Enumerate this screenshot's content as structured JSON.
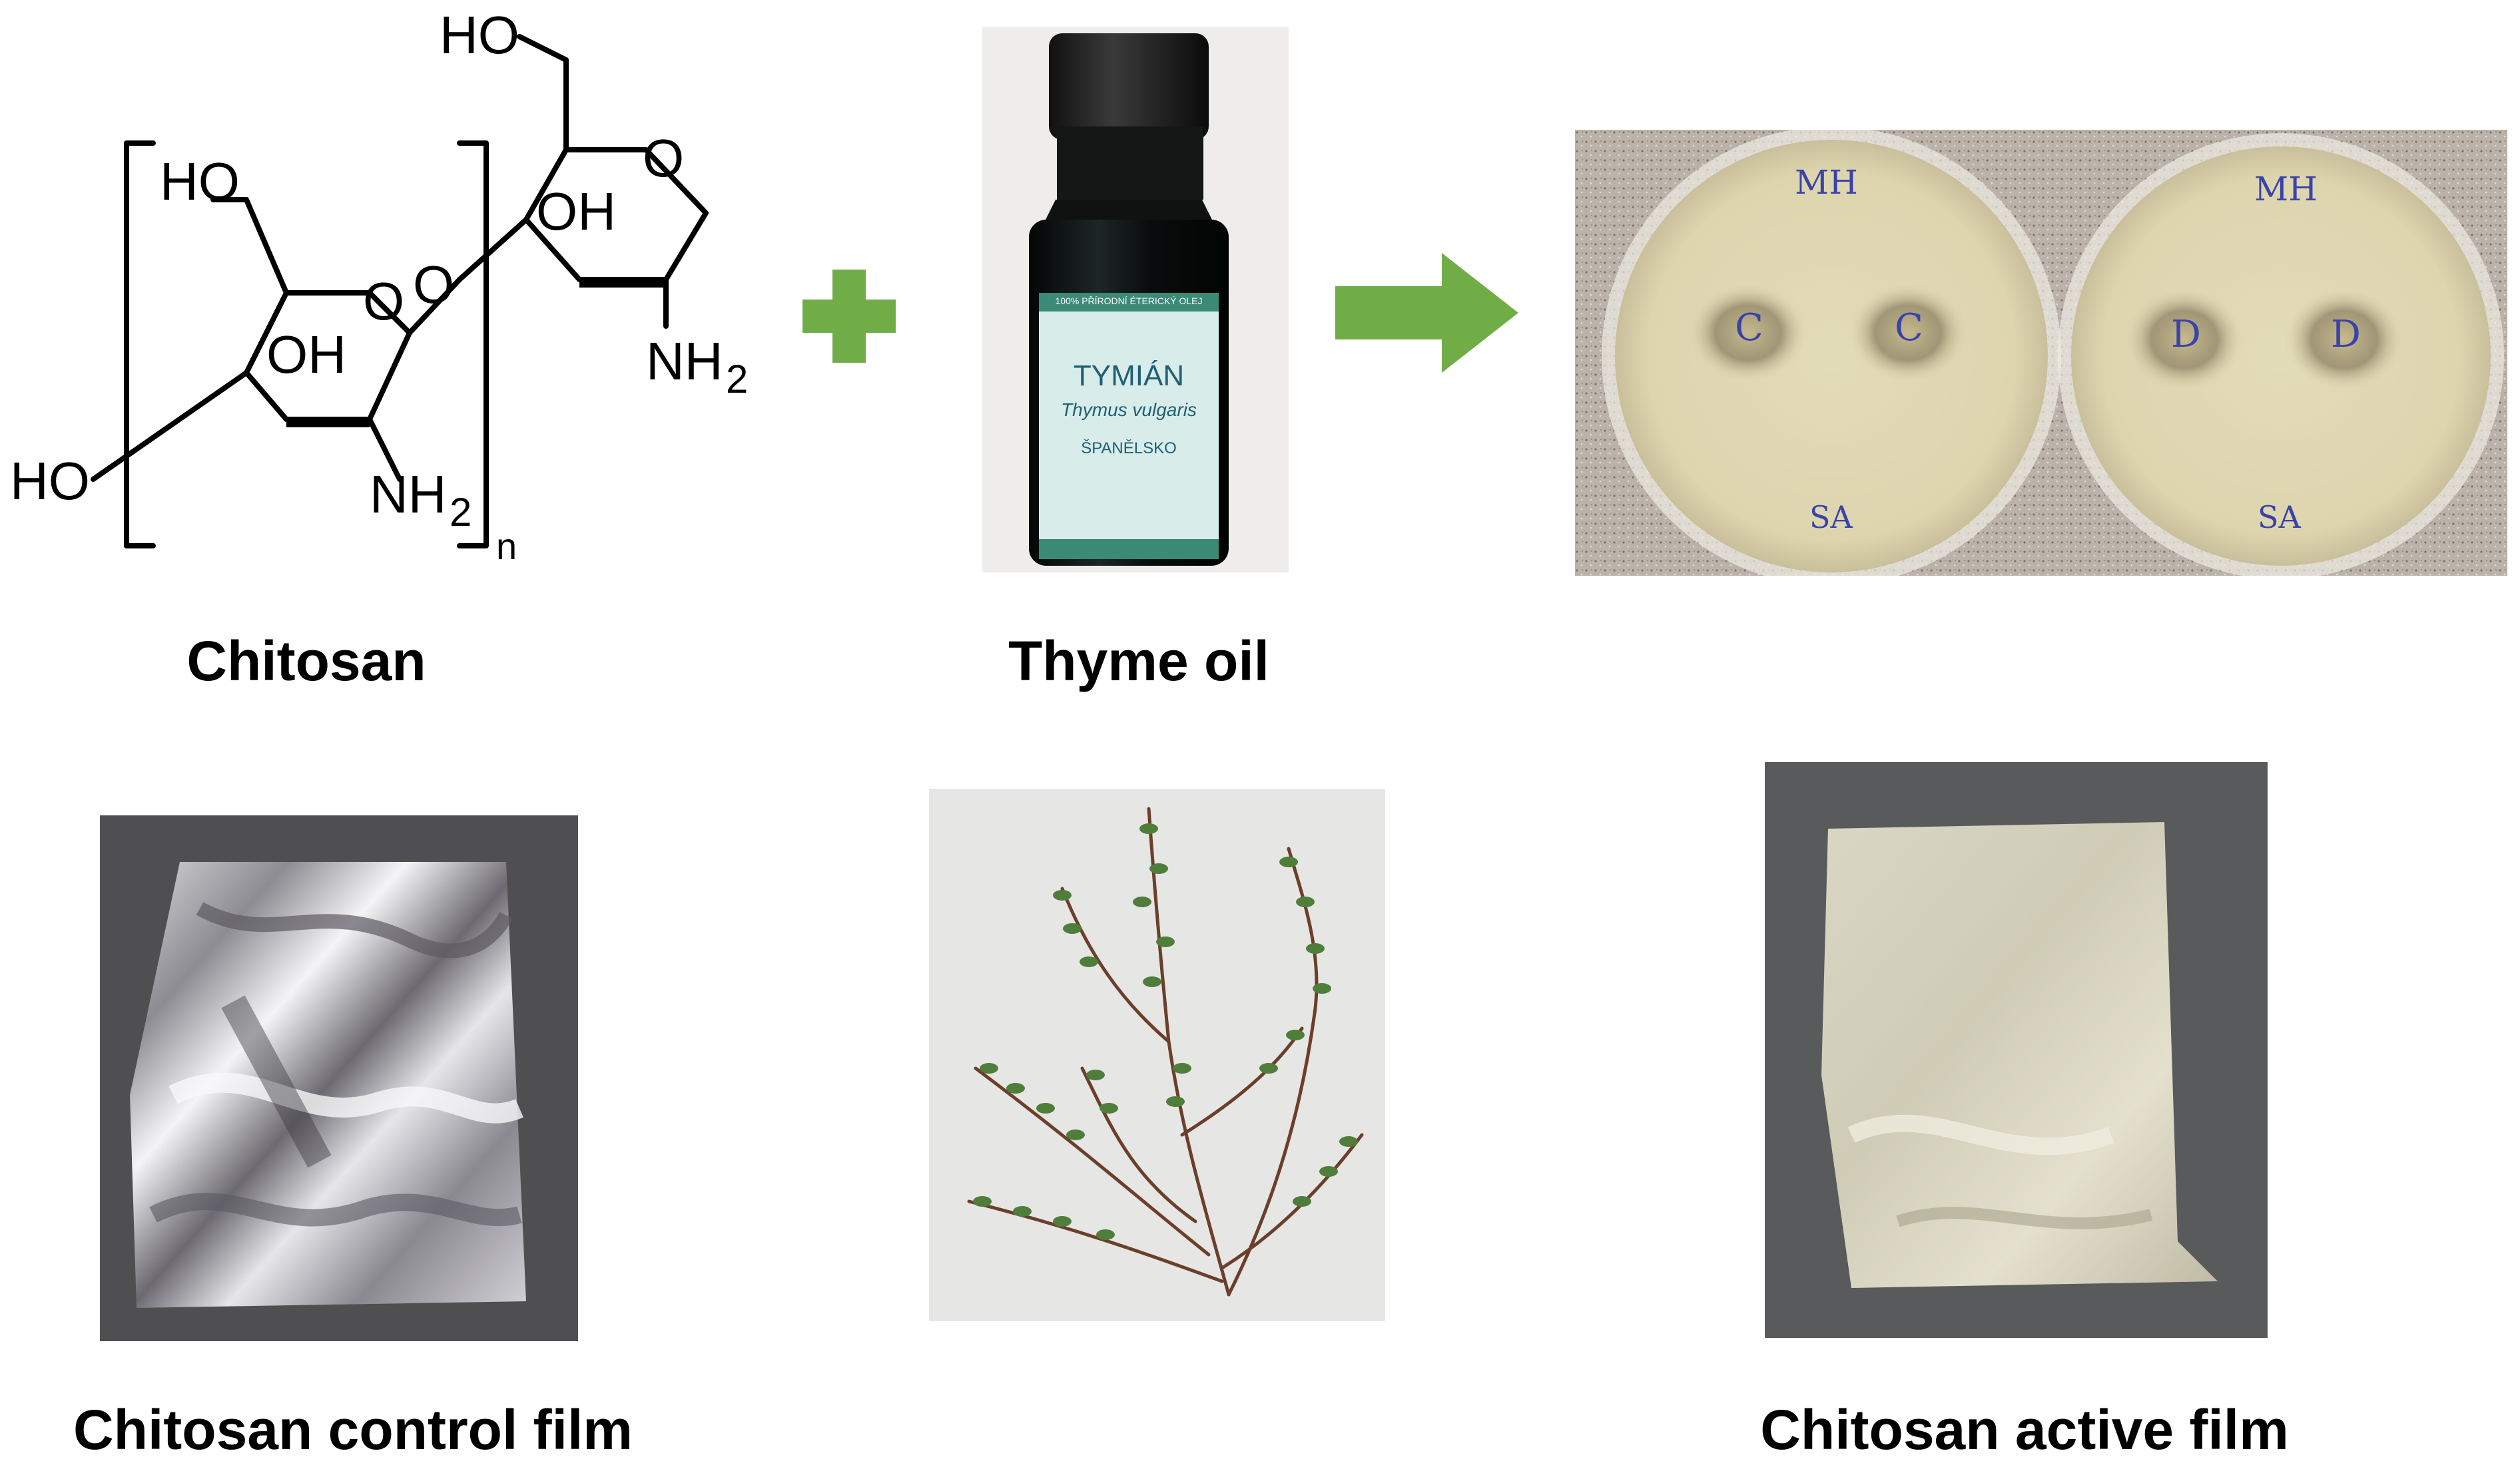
{
  "structure": {
    "labels": {
      "ho_top": "HO",
      "ho_left": "HO",
      "o_ring1": "O",
      "o_link": "O",
      "o_ring2": "O",
      "oh_ring1": "OH",
      "oh_ring2": "OH",
      "nh2_ring1": "NH",
      "nh2_ring2": "NH",
      "ho_bottom": "HO",
      "sub2": "2",
      "n": "n"
    }
  },
  "bottle": {
    "brand_line": "100% PŘÍRODNÍ ÉTERICKÝ OLEJ",
    "name": "TYMIÁN",
    "latin": "Thymus vulgaris",
    "origin": "ŠPANĚLSKO"
  },
  "petri": {
    "left": {
      "top": "MH",
      "mark1": "C",
      "mark2": "C",
      "bottom": "SA"
    },
    "right": {
      "top": "MH",
      "mark1": "D",
      "mark2": "D",
      "bottom": "SA"
    }
  },
  "captions": {
    "chitosan": "Chitosan",
    "thyme_oil": "Thyme oil",
    "control_film": "Chitosan control film",
    "active_film": "Chitosan active film"
  },
  "colors": {
    "arrow_green": "#70AD47",
    "plus_green": "#70AD47"
  }
}
